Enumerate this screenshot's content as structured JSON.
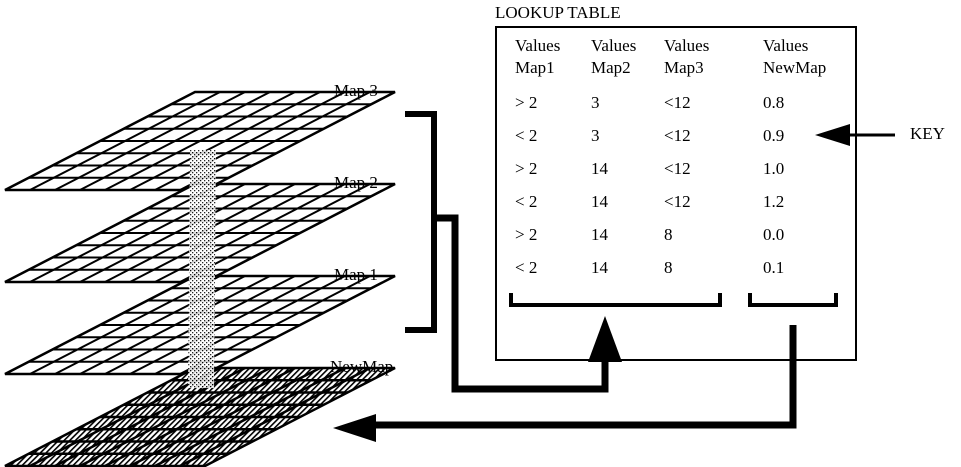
{
  "lookup_table": {
    "title": "LOOKUP TABLE",
    "headers": [
      {
        "line1": "Values",
        "line2": "Map1"
      },
      {
        "line1": "Values",
        "line2": "Map2"
      },
      {
        "line1": "Values",
        "line2": "Map3"
      },
      {
        "line1": "Values",
        "line2": "NewMap"
      }
    ],
    "rows": [
      [
        "> 2",
        "3",
        "<12",
        "0.8"
      ],
      [
        "< 2",
        "3",
        "<12",
        "0.9"
      ],
      [
        "> 2",
        "14",
        "<12",
        "1.0"
      ],
      [
        "< 2",
        "14",
        "<12",
        "1.2"
      ],
      [
        "> 2",
        "14",
        "8",
        "0.0"
      ],
      [
        "< 2",
        "14",
        "8",
        "0.1"
      ]
    ]
  },
  "layers": {
    "map3": "Map 3",
    "map2": "Map 2",
    "map1": "Map 1",
    "newmap": "NewMap"
  },
  "key_label": "KEY",
  "colors": {
    "ink": "#000000",
    "background": "#ffffff"
  }
}
